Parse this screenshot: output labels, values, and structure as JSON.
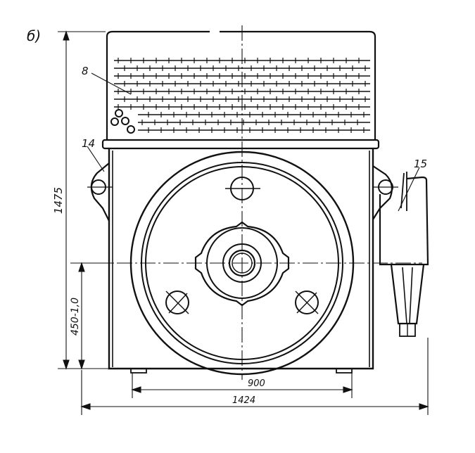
{
  "figure": {
    "subfigure_label": "б)",
    "part_labels": {
      "top_radiator": "8",
      "left_lug": "14",
      "right_bracket": "15"
    },
    "dimensions": {
      "overall_height": "1475",
      "axis_height": "450-1,0",
      "foot_spacing": "900",
      "overall_width": "1424"
    }
  }
}
